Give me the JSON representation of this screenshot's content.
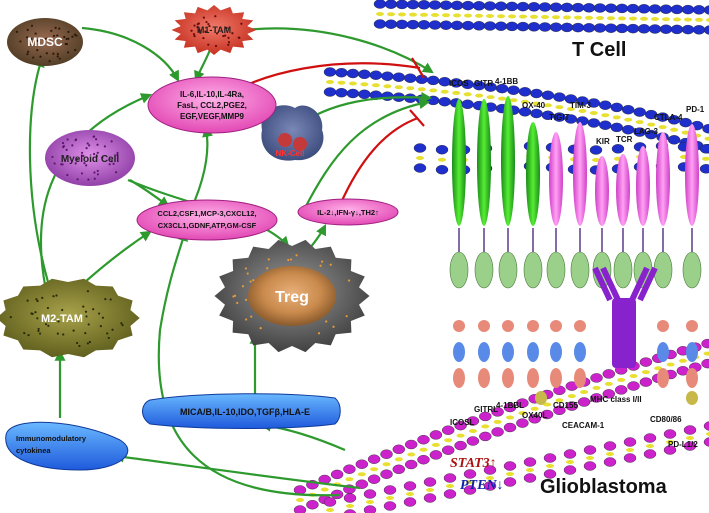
{
  "headings": {
    "t_cell": "T Cell",
    "glioblastoma": "Glioblastoma"
  },
  "cells": {
    "mdsc": "MDSC",
    "m1_tam": "M1-TAM",
    "myeloid": "Myeloid Cell",
    "nk": "NK-Cell",
    "m2_tam": "M2-TAM",
    "treg": "Treg"
  },
  "cytokine_boxes": {
    "box1_line1": "IL-6,IL-10,IL-4Ra,",
    "box1_line2": "FasL, CCL2,PGE2,",
    "box1_line3": "EGF,VEGF,MMP9",
    "box2_line1": "CCL2,CSF1,MCP-3,CXCL12,",
    "box2_line2": "CX3CL1,GDNF,ATP,GM-CSF",
    "box3": "IL-2↓,IFN-γ↓,TH2↑",
    "box4": "MICA/B,IL-10,IDO,TGFβ,HLA-E",
    "box5_line1": "Immunomodulatory",
    "box5_line2": "cytokinea"
  },
  "genes": {
    "stat3": "STAT3↑",
    "pten": "PTEN↓"
  },
  "t_cell_receptors": [
    "ICOS",
    "GITR",
    "4-1BB",
    "OX-40",
    "TIGIT",
    "TIM-3",
    "KIR",
    "TCR",
    "LAG-3",
    "CTLA-4",
    "PD-1"
  ],
  "tumor_ligands": [
    "ICOSL",
    "GITRL",
    "4-1BBL",
    "OX40L",
    "CD155",
    "CEACAM-1",
    "MHC class I/II",
    "CD80/86",
    "PD-L1/2"
  ],
  "colors": {
    "arrow_green": "#2e9a2e",
    "inhibit_red": "#d01010",
    "tcell_membrane_blue": "#1e2fcc",
    "tumor_membrane_magenta": "#cc22cc",
    "stimulatory_receptor": "#33cc22",
    "inhibitory_receptor": "#ff66ee",
    "mhc_purple": "#8822cc",
    "stat3_red": "#aa1111",
    "pten_blue": "#1122aa"
  }
}
